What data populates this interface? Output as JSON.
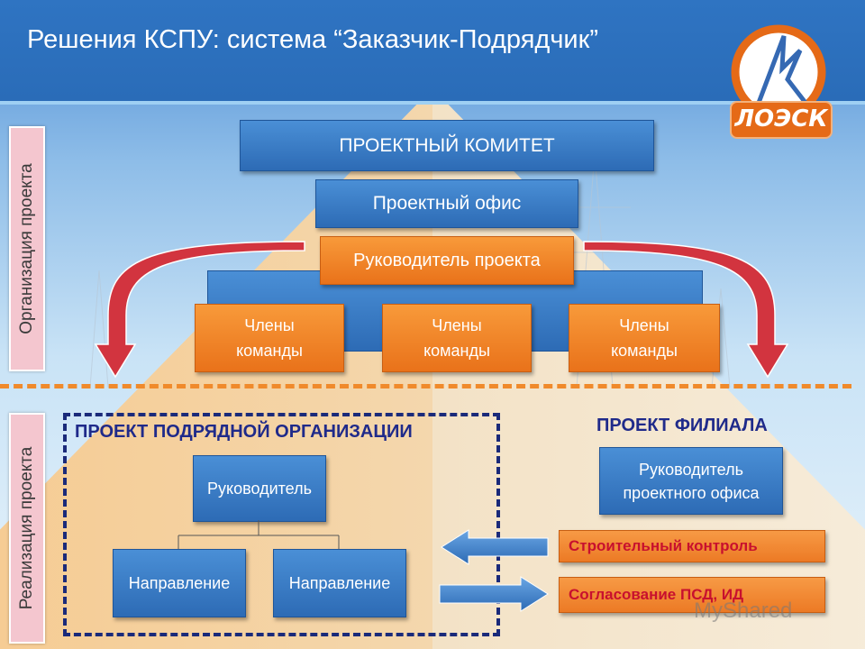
{
  "header": {
    "title": "Решения КСПУ: система “Заказчик-Подрядчик”"
  },
  "logo": {
    "text": "ЛОЭСК"
  },
  "side_labels": {
    "top": "Организация проекта",
    "bottom": "Реализация проекта"
  },
  "organization": {
    "committee": "ПРОЕКТНЫЙ КОМИТЕТ",
    "office": "Проектный офис",
    "manager": "Руководитель проекта",
    "team_members": [
      "Члены команды",
      "Члены команды",
      "Члены команды"
    ]
  },
  "contractor": {
    "title": "ПРОЕКТ ПОДРЯДНОЙ ОРГАНИЗАЦИИ",
    "head": "Руководитель",
    "directions": [
      "Направление",
      "Направление"
    ]
  },
  "branch": {
    "title": "ПРОЕКТ ФИЛИАЛА",
    "head": "Руководитель проектного офиса",
    "items": [
      "Строительный контроль",
      "Согласование ПСД, ИД"
    ]
  },
  "watermark": "MyShared",
  "colors": {
    "accent_blue": "#2d6bb5",
    "accent_orange": "#e9721a",
    "arrow_red": "#d2343f",
    "title_navy": "#1f2a8a"
  }
}
